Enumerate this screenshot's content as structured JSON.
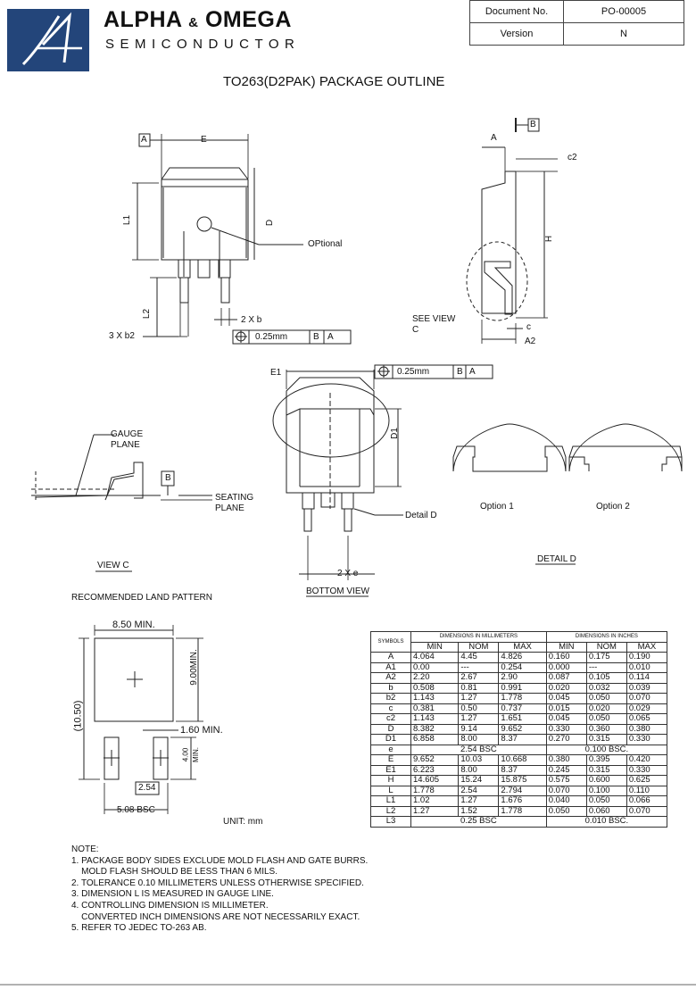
{
  "header": {
    "brand_name": "ALPHA",
    "brand_amp": "&",
    "brand_name2": "OMEGA",
    "brand_sub": "SEMICONDUCTOR",
    "doc_no_label": "Document No.",
    "doc_no_value": "PO-00005",
    "version_label": "Version",
    "version_value": "N"
  },
  "title": "TO263(D2PAK) PACKAGE OUTLINE",
  "drawing_labels": {
    "A": "A",
    "E": "E",
    "B": "B",
    "c2": "c2",
    "L1": "L1",
    "D": "D",
    "H": "H",
    "optional": "OPtional",
    "L2": "L2",
    "two_x_b": "2 X b",
    "three_x_b2": "3 X b2",
    "see_view": "SEE VIEW",
    "see_view_c": "C",
    "c": "c",
    "A2": "A2",
    "tol1": "0.25mm",
    "tol2": "0.25mm",
    "E1": "E1",
    "D1": "D1",
    "gauge": "GAUGE",
    "plane": "PLANE",
    "seating": "SEATING",
    "seating_plane": "PLANE",
    "detail_d": "Detail D",
    "option1": "Option 1",
    "option2": "Option 2",
    "view_c": "VIEW C",
    "two_x_e": "2 X e",
    "bottom_view": "BOTTOM VIEW",
    "detail_d_title": "DETAIL D",
    "rlp": "RECOMMENDED LAND PATTERN",
    "w850": "8.50 MIN.",
    "h900": "9.00MIN.",
    "h1050": "(10.50)",
    "w160": "1.60 MIN.",
    "h400a": "4.00",
    "h400b": "MIN.",
    "w254": "2.54",
    "w508": "5.08 BSC",
    "unit": "UNIT:  mm"
  },
  "dims_table": {
    "symbols_label": "SYMBOLS",
    "mm_label": "DIMENSIONS IN MILLIMETERS",
    "in_label": "DIMENSIONS IN INCHES",
    "sub": [
      "MIN",
      "NOM",
      "MAX",
      "MIN",
      "NOM",
      "MAX"
    ],
    "rows": [
      [
        "A",
        "4.064",
        "4.45",
        "4.826",
        "0.160",
        "0.175",
        "0.190"
      ],
      [
        "A1",
        "0.00",
        "---",
        "0.254",
        "0.000",
        "---",
        "0.010"
      ],
      [
        "A2",
        "2.20",
        "2.67",
        "2.90",
        "0.087",
        "0.105",
        "0.114"
      ],
      [
        "b",
        "0.508",
        "0.81",
        "0.991",
        "0.020",
        "0.032",
        "0.039"
      ],
      [
        "b2",
        "1.143",
        "1.27",
        "1.778",
        "0.045",
        "0.050",
        "0.070"
      ],
      [
        "c",
        "0.381",
        "0.50",
        "0.737",
        "0.015",
        "0.020",
        "0.029"
      ],
      [
        "c2",
        "1.143",
        "1.27",
        "1.651",
        "0.045",
        "0.050",
        "0.065"
      ],
      [
        "D",
        "8.382",
        "9.14",
        "9.652",
        "0.330",
        "0.360",
        "0.380"
      ],
      [
        "D1",
        "6.858",
        "8.00",
        "8.37",
        "0.270",
        "0.315",
        "0.330"
      ],
      [
        "e",
        "2.54 BSC",
        "0.100 BSC."
      ],
      [
        "E",
        "9.652",
        "10.03",
        "10.668",
        "0.380",
        "0.395",
        "0.420"
      ],
      [
        "E1",
        "6.223",
        "8.00",
        "8.37",
        "0.245",
        "0.315",
        "0.330"
      ],
      [
        "H",
        "14.605",
        "15.24",
        "15.875",
        "0.575",
        "0.600",
        "0.625"
      ],
      [
        "L",
        "1.778",
        "2.54",
        "2.794",
        "0.070",
        "0.100",
        "0.110"
      ],
      [
        "L1",
        "1.02",
        "1.27",
        "1.676",
        "0.040",
        "0.050",
        "0.066"
      ],
      [
        "L2",
        "1.27",
        "1.52",
        "1.778",
        "0.050",
        "0.060",
        "0.070"
      ],
      [
        "L3",
        "0.25 BSC",
        "0.010 BSC."
      ]
    ]
  },
  "notes": [
    "NOTE:",
    "1. PACKAGE BODY SIDES EXCLUDE MOLD FLASH AND GATE BURRS.",
    "    MOLD FLASH SHOULD BE LESS THAN 6 MILS.",
    "2. TOLERANCE 0.10 MILLIMETERS UNLESS OTHERWISE SPECIFIED.",
    "3. DIMENSION L IS MEASURED IN GAUGE LINE.",
    "4. CONTROLLING DIMENSION IS MILLIMETER.",
    "    CONVERTED INCH DIMENSIONS ARE NOT NECESSARILY EXACT.",
    "5. REFER TO JEDEC TO-263 AB."
  ]
}
